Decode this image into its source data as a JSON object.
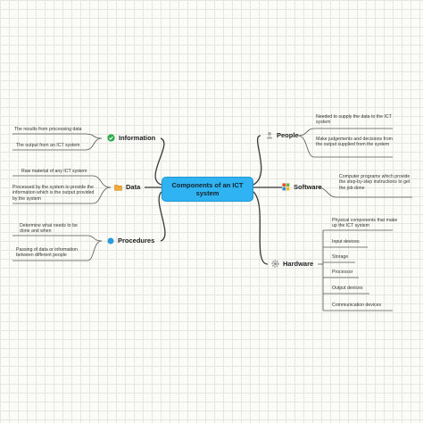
{
  "central": {
    "title": "Components of an ICT system"
  },
  "topics": {
    "information": {
      "label": "Information",
      "icon": "check-circle-icon",
      "color": "#2dad4a",
      "items": [
        "The results from processing data",
        "The output from an ICT system"
      ]
    },
    "data": {
      "label": "Data",
      "icon": "folder-icon",
      "color": "#f0a93a",
      "items": [
        "Raw material of any ICT system",
        "Processed by the system to provide the information which is the output provided by the system"
      ]
    },
    "procedures": {
      "label": "Procedures",
      "icon": "blue-dot-icon",
      "color": "#2b9cdb",
      "items": [
        "Determine what needs to be done and when",
        "Passing of data or information between different people"
      ]
    },
    "people": {
      "label": "People",
      "icon": "person-icon",
      "color": "#9a9a9a",
      "items": [
        "Needed to supply the data to the ICT system",
        "Make judgements and decisions from the output supplied from the system"
      ]
    },
    "software": {
      "label": "Software",
      "icon": "windows-logo-icon",
      "color": "#3a7bd5",
      "items": [
        "Computer programs which provide the step-by-step instructions to get the job done"
      ]
    },
    "hardware": {
      "label": "Hardware",
      "icon": "gear-icon",
      "color": "#9a9a9a",
      "items": [
        "Physical components that make up the ICT system",
        "Input devices",
        "Storage",
        "Processor",
        "Output devices",
        "Communication devices"
      ]
    }
  }
}
